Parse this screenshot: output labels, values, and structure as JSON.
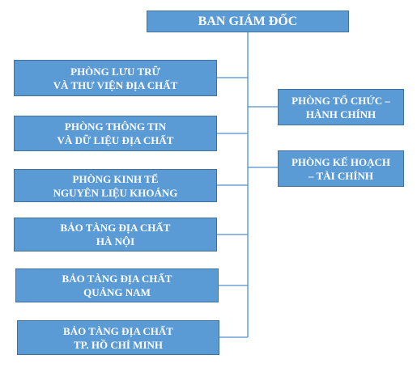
{
  "root": {
    "label": "BAN GIÁM ĐỐC"
  },
  "left_units": [
    {
      "line1": "PHÒNG LƯU TRỮ",
      "line2": "VÀ THƯ VIỆN ĐỊA CHẤT"
    },
    {
      "line1": "PHÒNG THÔNG TIN",
      "line2": "VÀ DỮ LIỆU ĐỊA CHẤT"
    },
    {
      "line1": "PHÒNG KINH TẾ",
      "line2": "NGUYÊN LIỆU KHOÁNG"
    },
    {
      "line1": "BẢO TÀNG ĐỊA CHẤT",
      "line2": "HÀ NỘI"
    },
    {
      "line1": "BẢO TÀNG ĐỊA CHẤT",
      "line2": "QUẢNG NAM"
    },
    {
      "line1": "BẢO TÀNG ĐỊA CHẤT",
      "line2": "TP. HỒ CHÍ MINH"
    }
  ],
  "right_units": [
    {
      "line1": "PHÒNG TỔ CHỨC –",
      "line2": "HÀNH CHÍNH"
    },
    {
      "line1": "PHÒNG KẾ HOẠCH",
      "line2": "– TÀI CHÍNH"
    }
  ]
}
